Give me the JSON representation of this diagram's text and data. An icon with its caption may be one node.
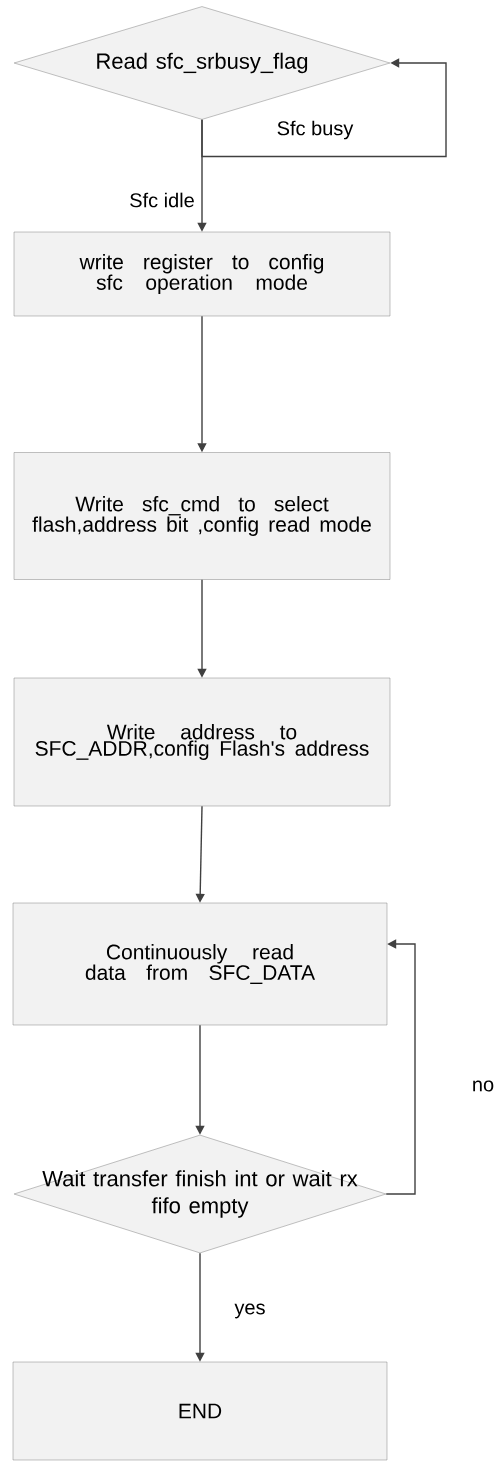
{
  "diagram": {
    "nodes": [
      {
        "text": [
          "Read sfc_srbusy_flag"
        ]
      },
      {
        "text": [
          "write register to config sfc operation mode"
        ]
      },
      {
        "text": [
          "Write sfc_cmd to select flash,address bit ,config read mode"
        ]
      },
      {
        "text": [
          "Write address to SFC_ADDR,config Flash's address"
        ]
      },
      {
        "text": [
          "Continuously read data from SFC_DATA"
        ]
      },
      {
        "text": [
          "Wait transfer finish int or wait rx fifo empty"
        ]
      },
      {
        "text": [
          "END"
        ]
      }
    ],
    "edges": [
      {
        "from": 0,
        "to": 1,
        "arrow": "to",
        "label": "Sfc idle"
      },
      {
        "from": 0,
        "to": 0,
        "arrow": "to",
        "label": "Sfc busy"
      },
      {
        "from": 1,
        "to": 2,
        "arrow": "to"
      },
      {
        "from": 2,
        "to": 3,
        "arrow": "to"
      },
      {
        "from": 3,
        "to": 4,
        "arrow": "to"
      },
      {
        "from": 4,
        "to": 5,
        "arrow": "to"
      },
      {
        "from": 5,
        "to": 4,
        "arrow": "to",
        "label": "no"
      },
      {
        "from": 5,
        "to": 6,
        "arrow": "to",
        "label": "yes"
      }
    ]
  }
}
